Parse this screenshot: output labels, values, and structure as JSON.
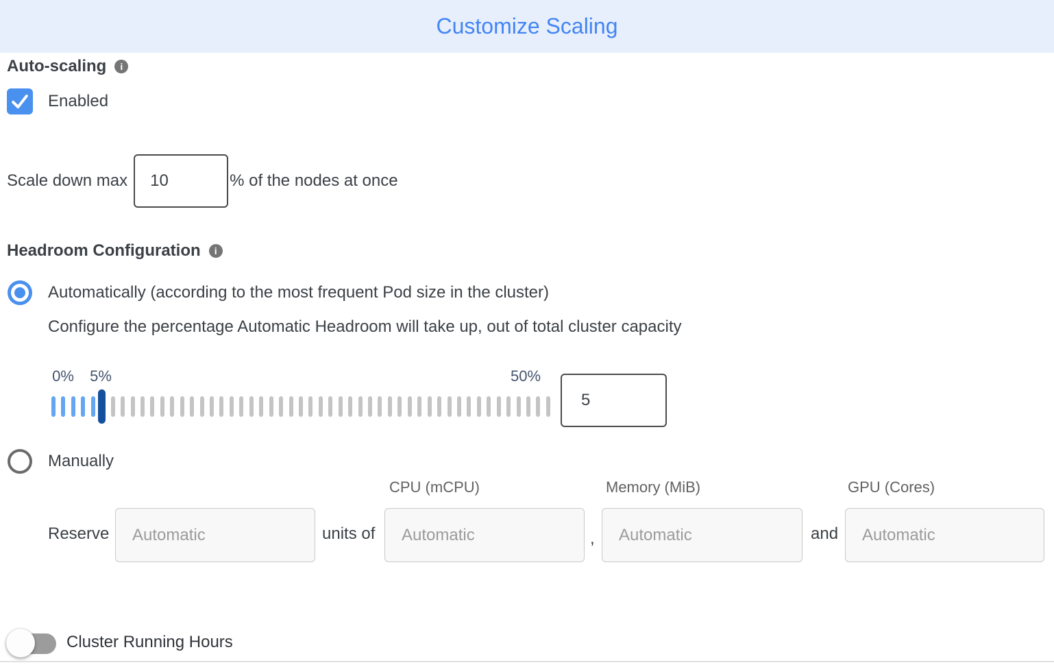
{
  "header": {
    "title": "Customize Scaling"
  },
  "auto_scaling": {
    "label": "Auto-scaling",
    "info_icon": "info-icon",
    "checkbox": {
      "checked": true,
      "label": "Enabled"
    },
    "scale_down": {
      "prefix": "Scale down max",
      "value": "10",
      "suffix": "% of the nodes at once"
    }
  },
  "headroom": {
    "label": "Headroom Configuration",
    "info_icon": "info-icon",
    "automatic_option": {
      "selected": true,
      "label": "Automatically (according to the most frequent Pod size in the cluster)",
      "description": "Configure the percentage Automatic Headroom will take up, out of total cluster capacity"
    },
    "slider": {
      "min_label": "0%",
      "current_label": "5%",
      "max_label": "50%",
      "value": "5",
      "tick_count": 51,
      "active_tick_count": 6,
      "handle_index": 5
    },
    "manual_option": {
      "selected": false,
      "label": "Manually"
    },
    "columns": [
      "CPU (mCPU)",
      "Memory (MiB)",
      "GPU (Cores)"
    ],
    "reserve": {
      "prefix": "Reserve",
      "units_label": "units of",
      "separator": ",",
      "conjunction": "and",
      "placeholders": [
        "Automatic",
        "Automatic",
        "Automatic",
        "Automatic"
      ]
    }
  },
  "cluster_running_hours": {
    "label": "Cluster Running Hours",
    "enabled": false
  },
  "colors": {
    "header_background": "#e8effc",
    "title_blue": "#4285f4",
    "accent_blue": "#4a90ee",
    "slider_tick_blue": "#64a5f4",
    "slider_tick_gray": "#c4c4c4",
    "slider_handle_navy": "#15509d",
    "toggle_track_gray": "#9c9c9c"
  }
}
